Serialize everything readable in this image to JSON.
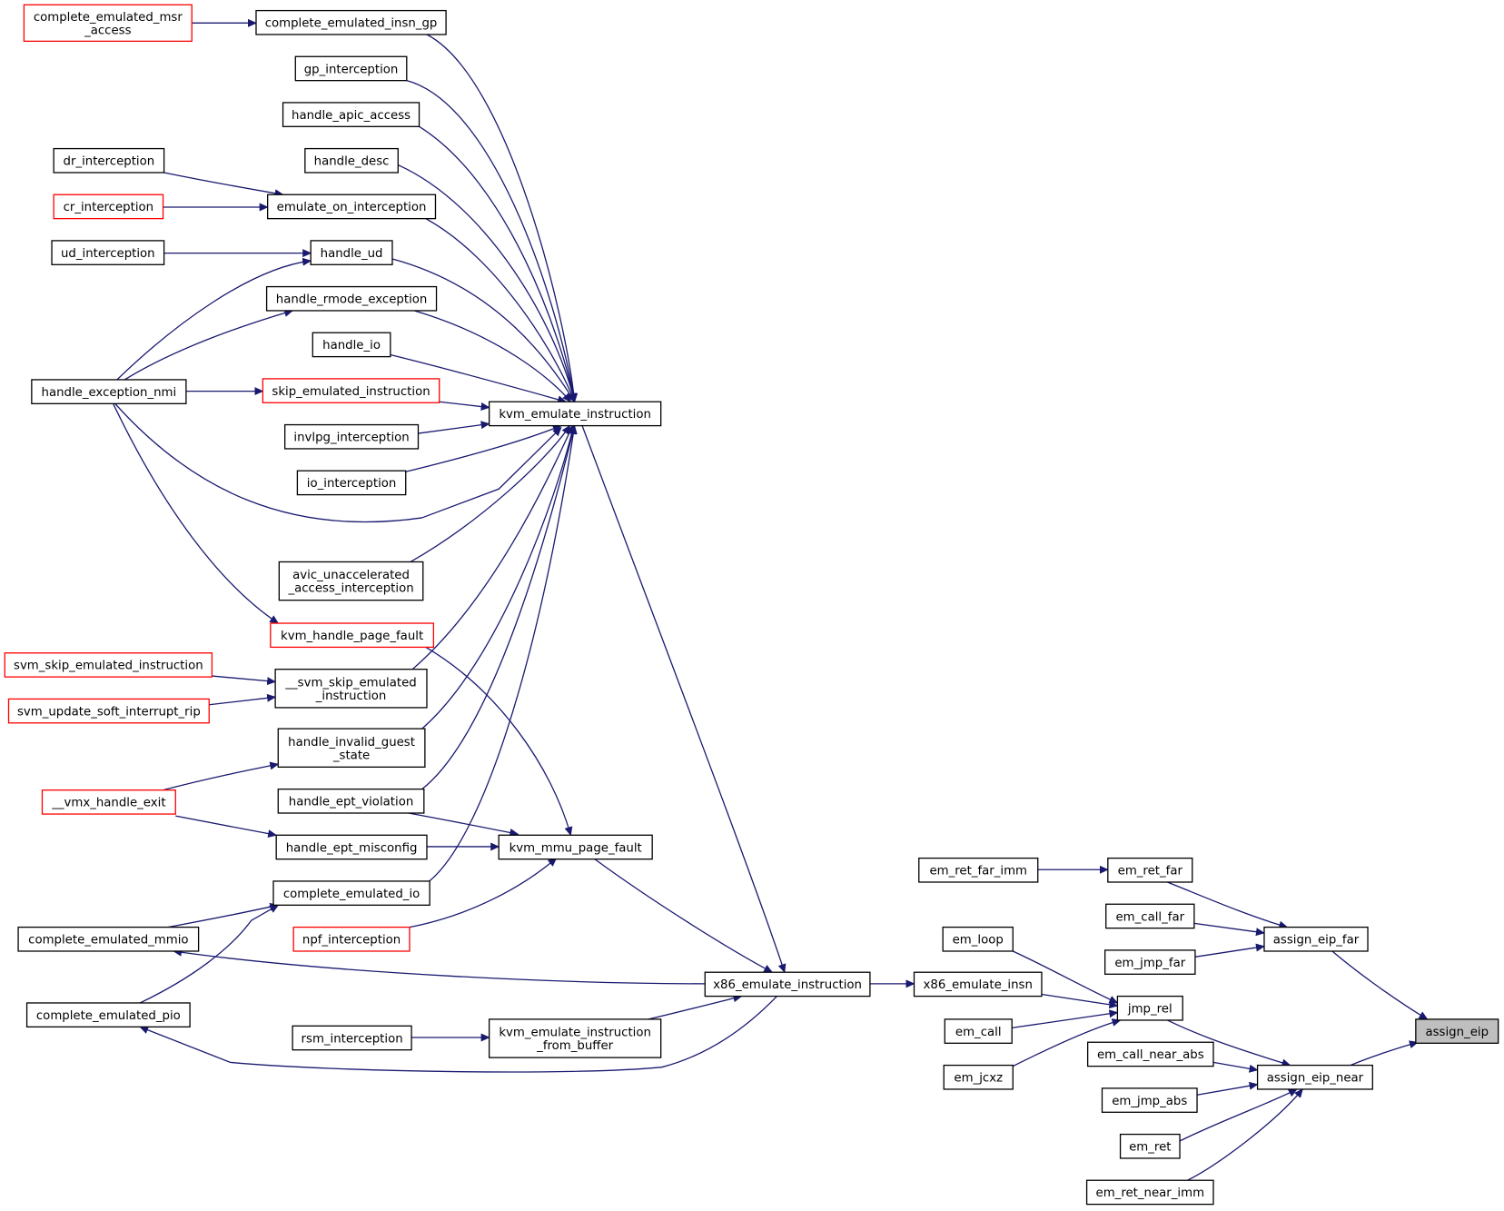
{
  "graph": {
    "colors": {
      "edge": "#191970",
      "partial_border": "#ff0000",
      "focus_fill": "#bfbfbf",
      "node_border": "#000000"
    },
    "nodes": [
      {
        "id": "assign_eip",
        "lines": [
          "assign_eip"
        ],
        "style": "focus"
      },
      {
        "id": "assign_eip_far",
        "lines": [
          "assign_eip_far"
        ],
        "style": "normal"
      },
      {
        "id": "assign_eip_near",
        "lines": [
          "assign_eip_near"
        ],
        "style": "normal"
      },
      {
        "id": "em_ret_far",
        "lines": [
          "em_ret_far"
        ],
        "style": "normal"
      },
      {
        "id": "em_call_far",
        "lines": [
          "em_call_far"
        ],
        "style": "normal"
      },
      {
        "id": "em_jmp_far",
        "lines": [
          "em_jmp_far"
        ],
        "style": "normal"
      },
      {
        "id": "em_ret_far_imm",
        "lines": [
          "em_ret_far_imm"
        ],
        "style": "normal"
      },
      {
        "id": "jmp_rel",
        "lines": [
          "jmp_rel"
        ],
        "style": "normal"
      },
      {
        "id": "em_call_near_abs",
        "lines": [
          "em_call_near_abs"
        ],
        "style": "normal"
      },
      {
        "id": "em_jmp_abs",
        "lines": [
          "em_jmp_abs"
        ],
        "style": "normal"
      },
      {
        "id": "em_ret",
        "lines": [
          "em_ret"
        ],
        "style": "normal"
      },
      {
        "id": "em_ret_near_imm",
        "lines": [
          "em_ret_near_imm"
        ],
        "style": "normal"
      },
      {
        "id": "em_loop",
        "lines": [
          "em_loop"
        ],
        "style": "normal"
      },
      {
        "id": "x86_emulate_insn",
        "lines": [
          "x86_emulate_insn"
        ],
        "style": "normal"
      },
      {
        "id": "em_call",
        "lines": [
          "em_call"
        ],
        "style": "normal"
      },
      {
        "id": "em_jcxz",
        "lines": [
          "em_jcxz"
        ],
        "style": "normal"
      },
      {
        "id": "x86_emulate_instruction",
        "lines": [
          "x86_emulate_instruction"
        ],
        "style": "normal"
      },
      {
        "id": "kvm_emulate_instruction",
        "lines": [
          "kvm_emulate_instruction"
        ],
        "style": "normal"
      },
      {
        "id": "kvm_mmu_page_fault",
        "lines": [
          "kvm_mmu_page_fault"
        ],
        "style": "normal"
      },
      {
        "id": "kvm_emulate_instruction_from_buffer",
        "lines": [
          "kvm_emulate_instruction",
          "_from_buffer"
        ],
        "style": "normal"
      },
      {
        "id": "complete_emulated_mmio",
        "lines": [
          "complete_emulated_mmio"
        ],
        "style": "normal"
      },
      {
        "id": "complete_emulated_pio",
        "lines": [
          "complete_emulated_pio"
        ],
        "style": "normal"
      },
      {
        "id": "complete_emulated_insn_gp",
        "lines": [
          "complete_emulated_insn_gp"
        ],
        "style": "normal"
      },
      {
        "id": "complete_emulated_msr_access",
        "lines": [
          "complete_emulated_msr",
          "_access"
        ],
        "style": "partial"
      },
      {
        "id": "gp_interception",
        "lines": [
          "gp_interception"
        ],
        "style": "normal"
      },
      {
        "id": "handle_apic_access",
        "lines": [
          "handle_apic_access"
        ],
        "style": "normal"
      },
      {
        "id": "handle_desc",
        "lines": [
          "handle_desc"
        ],
        "style": "normal"
      },
      {
        "id": "emulate_on_interception",
        "lines": [
          "emulate_on_interception"
        ],
        "style": "normal"
      },
      {
        "id": "dr_interception",
        "lines": [
          "dr_interception"
        ],
        "style": "normal"
      },
      {
        "id": "cr_interception",
        "lines": [
          "cr_interception"
        ],
        "style": "partial"
      },
      {
        "id": "handle_ud",
        "lines": [
          "handle_ud"
        ],
        "style": "normal"
      },
      {
        "id": "ud_interception",
        "lines": [
          "ud_interception"
        ],
        "style": "normal"
      },
      {
        "id": "handle_rmode_exception",
        "lines": [
          "handle_rmode_exception"
        ],
        "style": "normal"
      },
      {
        "id": "handle_io",
        "lines": [
          "handle_io"
        ],
        "style": "normal"
      },
      {
        "id": "handle_exception_nmi",
        "lines": [
          "handle_exception_nmi"
        ],
        "style": "normal"
      },
      {
        "id": "skip_emulated_instruction",
        "lines": [
          "skip_emulated_instruction"
        ],
        "style": "partial"
      },
      {
        "id": "invlpg_interception",
        "lines": [
          "invlpg_interception"
        ],
        "style": "normal"
      },
      {
        "id": "io_interception",
        "lines": [
          "io_interception"
        ],
        "style": "normal"
      },
      {
        "id": "avic_unaccelerated_access_interception",
        "lines": [
          "avic_unaccelerated",
          "_access_interception"
        ],
        "style": "normal"
      },
      {
        "id": "kvm_handle_page_fault",
        "lines": [
          "kvm_handle_page_fault"
        ],
        "style": "partial"
      },
      {
        "id": "svm_skip_emulated_instruction",
        "lines": [
          "svm_skip_emulated_instruction"
        ],
        "style": "partial"
      },
      {
        "id": "svm_update_soft_interrupt_rip",
        "lines": [
          "svm_update_soft_interrupt_rip"
        ],
        "style": "partial"
      },
      {
        "id": "__svm_skip_emulated_instruction",
        "lines": [
          "__svm_skip_emulated",
          "_instruction"
        ],
        "style": "normal"
      },
      {
        "id": "handle_invalid_guest_state",
        "lines": [
          "handle_invalid_guest",
          "_state"
        ],
        "style": "normal"
      },
      {
        "id": "__vmx_handle_exit",
        "lines": [
          "__vmx_handle_exit"
        ],
        "style": "partial"
      },
      {
        "id": "handle_ept_violation",
        "lines": [
          "handle_ept_violation"
        ],
        "style": "normal"
      },
      {
        "id": "handle_ept_misconfig",
        "lines": [
          "handle_ept_misconfig"
        ],
        "style": "normal"
      },
      {
        "id": "complete_emulated_io",
        "lines": [
          "complete_emulated_io"
        ],
        "style": "normal"
      },
      {
        "id": "npf_interception",
        "lines": [
          "npf_interception"
        ],
        "style": "partial"
      },
      {
        "id": "rsm_interception",
        "lines": [
          "rsm_interception"
        ],
        "style": "normal"
      }
    ],
    "edges": [
      {
        "from": "assign_eip_far",
        "to": "assign_eip"
      },
      {
        "from": "assign_eip_near",
        "to": "assign_eip"
      },
      {
        "from": "em_ret_far",
        "to": "assign_eip_far"
      },
      {
        "from": "em_call_far",
        "to": "assign_eip_far"
      },
      {
        "from": "em_jmp_far",
        "to": "assign_eip_far"
      },
      {
        "from": "em_ret_far_imm",
        "to": "em_ret_far"
      },
      {
        "from": "jmp_rel",
        "to": "assign_eip_near"
      },
      {
        "from": "em_call_near_abs",
        "to": "assign_eip_near"
      },
      {
        "from": "em_jmp_abs",
        "to": "assign_eip_near"
      },
      {
        "from": "em_ret",
        "to": "assign_eip_near"
      },
      {
        "from": "em_ret_near_imm",
        "to": "assign_eip_near"
      },
      {
        "from": "em_loop",
        "to": "jmp_rel"
      },
      {
        "from": "x86_emulate_insn",
        "to": "jmp_rel"
      },
      {
        "from": "em_call",
        "to": "jmp_rel"
      },
      {
        "from": "em_jcxz",
        "to": "jmp_rel"
      },
      {
        "from": "x86_emulate_instruction",
        "to": "x86_emulate_insn"
      },
      {
        "from": "kvm_emulate_instruction",
        "to": "x86_emulate_instruction"
      },
      {
        "from": "kvm_mmu_page_fault",
        "to": "x86_emulate_instruction"
      },
      {
        "from": "kvm_emulate_instruction_from_buffer",
        "to": "x86_emulate_instruction"
      },
      {
        "from": "x86_emulate_instruction",
        "to": "complete_emulated_mmio"
      },
      {
        "from": "x86_emulate_instruction",
        "to": "complete_emulated_pio"
      },
      {
        "from": "complete_emulated_insn_gp",
        "to": "kvm_emulate_instruction"
      },
      {
        "from": "complete_emulated_msr_access",
        "to": "complete_emulated_insn_gp"
      },
      {
        "from": "gp_interception",
        "to": "kvm_emulate_instruction"
      },
      {
        "from": "handle_apic_access",
        "to": "kvm_emulate_instruction"
      },
      {
        "from": "handle_desc",
        "to": "kvm_emulate_instruction"
      },
      {
        "from": "emulate_on_interception",
        "to": "kvm_emulate_instruction"
      },
      {
        "from": "dr_interception",
        "to": "emulate_on_interception"
      },
      {
        "from": "cr_interception",
        "to": "emulate_on_interception"
      },
      {
        "from": "handle_ud",
        "to": "kvm_emulate_instruction"
      },
      {
        "from": "ud_interception",
        "to": "handle_ud"
      },
      {
        "from": "handle_exception_nmi",
        "to": "handle_ud"
      },
      {
        "from": "handle_rmode_exception",
        "to": "kvm_emulate_instruction"
      },
      {
        "from": "handle_exception_nmi",
        "to": "handle_rmode_exception"
      },
      {
        "from": "handle_io",
        "to": "kvm_emulate_instruction"
      },
      {
        "from": "handle_exception_nmi",
        "to": "skip_emulated_instruction"
      },
      {
        "from": "skip_emulated_instruction",
        "to": "kvm_emulate_instruction"
      },
      {
        "from": "invlpg_interception",
        "to": "kvm_emulate_instruction"
      },
      {
        "from": "io_interception",
        "to": "kvm_emulate_instruction"
      },
      {
        "from": "handle_exception_nmi",
        "to": "kvm_emulate_instruction"
      },
      {
        "from": "avic_unaccelerated_access_interception",
        "to": "kvm_emulate_instruction"
      },
      {
        "from": "handle_exception_nmi",
        "to": "kvm_handle_page_fault"
      },
      {
        "from": "kvm_handle_page_fault",
        "to": "kvm_mmu_page_fault"
      },
      {
        "from": "__svm_skip_emulated_instruction",
        "to": "kvm_emulate_instruction"
      },
      {
        "from": "svm_skip_emulated_instruction",
        "to": "__svm_skip_emulated_instruction"
      },
      {
        "from": "svm_update_soft_interrupt_rip",
        "to": "__svm_skip_emulated_instruction"
      },
      {
        "from": "handle_invalid_guest_state",
        "to": "kvm_emulate_instruction"
      },
      {
        "from": "__vmx_handle_exit",
        "to": "handle_invalid_guest_state"
      },
      {
        "from": "__vmx_handle_exit",
        "to": "handle_ept_misconfig"
      },
      {
        "from": "handle_ept_violation",
        "to": "kvm_emulate_instruction"
      },
      {
        "from": "handle_ept_violation",
        "to": "kvm_mmu_page_fault"
      },
      {
        "from": "handle_ept_misconfig",
        "to": "kvm_mmu_page_fault"
      },
      {
        "from": "complete_emulated_io",
        "to": "kvm_emulate_instruction"
      },
      {
        "from": "complete_emulated_mmio",
        "to": "complete_emulated_io"
      },
      {
        "from": "complete_emulated_pio",
        "to": "complete_emulated_io"
      },
      {
        "from": "npf_interception",
        "to": "kvm_mmu_page_fault"
      },
      {
        "from": "rsm_interception",
        "to": "kvm_emulate_instruction_from_buffer"
      }
    ]
  }
}
